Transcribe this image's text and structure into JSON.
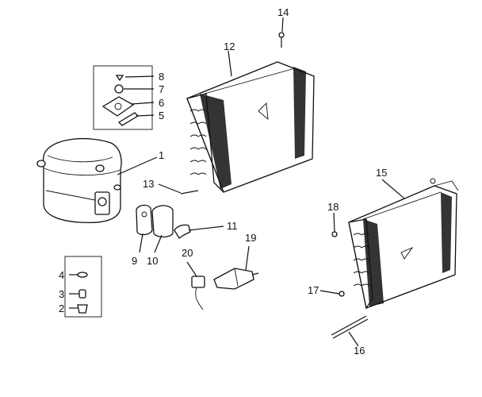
{
  "figure": {
    "background": "#ffffff",
    "ink": "#111111",
    "callouts": {
      "c1": "1",
      "c2": "2",
      "c3": "3",
      "c4": "4",
      "c5": "5",
      "c6": "6",
      "c7": "7",
      "c8": "8",
      "c9": "9",
      "c10": "10",
      "c11": "11",
      "c12": "12",
      "c13": "13",
      "c14": "14",
      "c15": "15",
      "c16": "16",
      "c17": "17",
      "c18": "18",
      "c19": "19",
      "c20": "20"
    }
  }
}
